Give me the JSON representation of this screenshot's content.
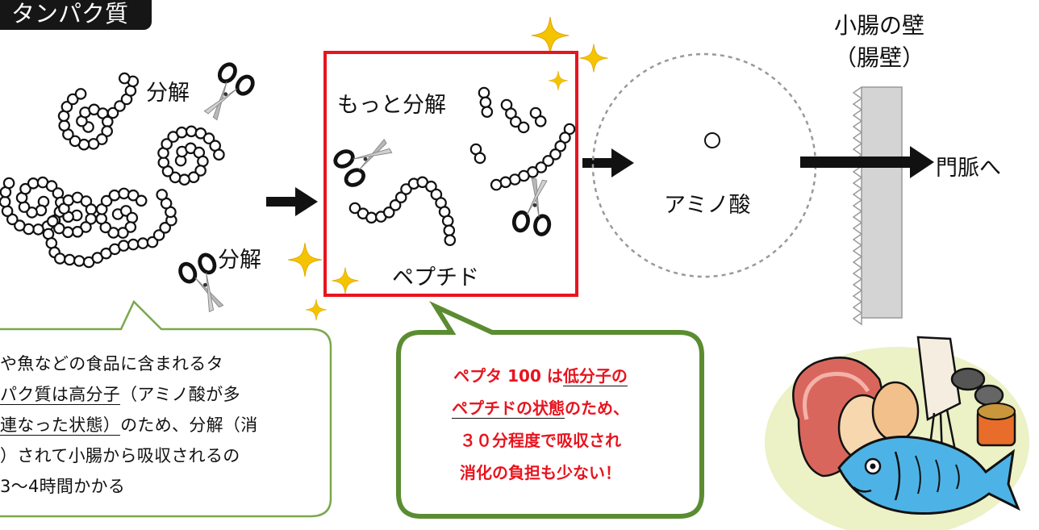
{
  "tag": {
    "label": "タンパク質"
  },
  "labels": {
    "decompose_1": "分解",
    "decompose_2": "分解",
    "more_decompose": "もっと分解",
    "peptide": "ペプチド",
    "amino_acid": "アミノ酸",
    "wall_line1": "小腸の壁",
    "wall_line2": "（腸壁）",
    "portal_vein": "門脈へ"
  },
  "desc": {
    "line1": "や魚などの食品に含まれるタ",
    "line2_a": "パク質は高分子",
    "line2_b": "（アミノ酸が多",
    "line3_a": "連なった状態）",
    "line3_b": "のため、分解（消",
    "line4": "）されて小腸から吸収されるの",
    "line5": "3～4時間かかる"
  },
  "pepta": {
    "line1_a": "ペプタ 100 は",
    "line1_b": "低分子の",
    "line2_a": "ペプチドの状態",
    "line2_b": "のため、",
    "line3": "３０分程度で吸収され",
    "line4": "消化の負担も少ない！"
  },
  "colors": {
    "box_border": "#e8141e",
    "bubble_border": "#5b8c32",
    "desc_bubble_border": "#7aa84a",
    "sparkle": "#f5c400",
    "highlight_text": "#e8141e",
    "wall": "#cfcfcf"
  },
  "icons": [
    "scissors-icon",
    "sparkle-icon",
    "arrow-icon",
    "food-illustration"
  ]
}
